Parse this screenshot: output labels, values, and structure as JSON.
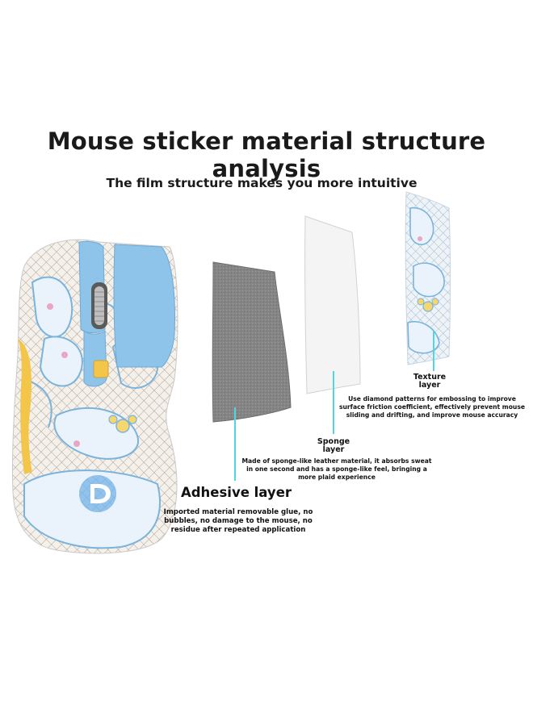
{
  "title": "Mouse sticker material structure analysis",
  "subtitle": "The film structure makes you more intuitive",
  "layers": {
    "texture": {
      "label_line1": "Texture",
      "label_line2": "layer",
      "desc_line1": "Use diamond patterns for embossing to improve",
      "desc_line2": "surface friction coefficient, effectively prevent mouse",
      "desc_line3": "sliding and drifting, and improve mouse accuracy"
    },
    "sponge": {
      "label_line1": "Sponge",
      "label_line2": "layer",
      "desc_line1": "Made of sponge-like leather material, it absorbs sweat",
      "desc_line2": "in one second and has a sponge-like feel, bringing a",
      "desc_line3": "more plaid experience"
    },
    "adhesive": {
      "label": "Adhesive layer",
      "desc_line1": "Imported material removable glue, no",
      "desc_line2": "bubbles, no damage to the mouse, no",
      "desc_line3": "residue after repeated application"
    }
  },
  "colors": {
    "leader_line": "#4fd6e0",
    "mouse_blue": "#8ec3ea",
    "sticker_bg": "#f3f6f9",
    "sticker_line": "#7ab3dc",
    "adhesive_gray": "#7f7f80",
    "sponge_white": "#f4f4f4",
    "button_yellow": "#f3c64a"
  }
}
